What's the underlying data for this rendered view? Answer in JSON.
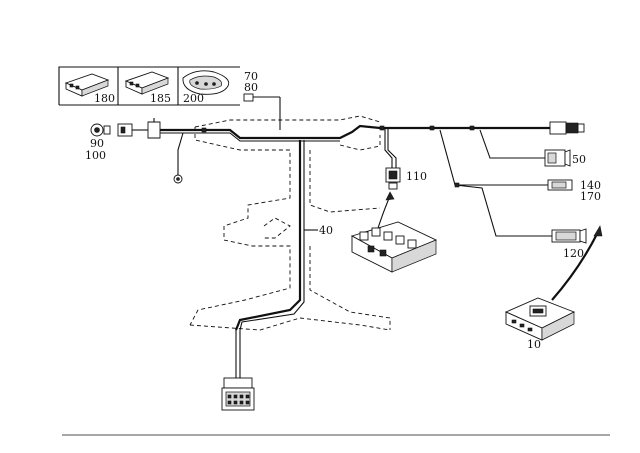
{
  "labels": {
    "p180": "180",
    "p185": "185",
    "p200": "200",
    "p70": "70",
    "p80": "80",
    "p90": "90",
    "p100": "100",
    "p110": "110",
    "p40": "40",
    "p50": "50",
    "p140": "140",
    "p170": "170",
    "p120": "120",
    "p10": "10"
  }
}
